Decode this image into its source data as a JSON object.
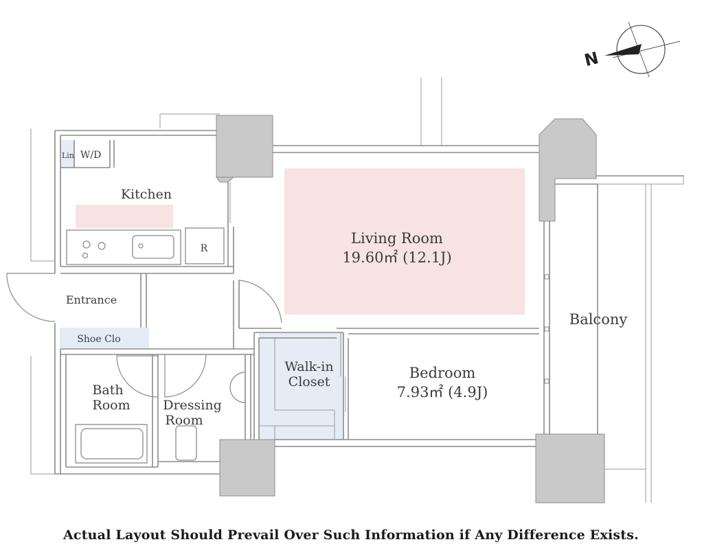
{
  "colors": {
    "living_highlight": "#f7e3e3",
    "closet_highlight": "#e5ecf5",
    "wall_fill": "#c9c9c9",
    "line": "#8a8a8a",
    "text": "#3a3a3a"
  },
  "compass": {
    "north_label": "N"
  },
  "rooms": {
    "lin": "Lin",
    "wd": "W/D",
    "kitchen": "Kitchen",
    "fridge": "R",
    "entrance": "Entrance",
    "shoe_closet": "Shoe Clo",
    "bath_line1": "Bath",
    "bath_line2": "Room",
    "dressing_line1": "Dressing",
    "dressing_line2": "Room",
    "walkin_line1": "Walk-in",
    "walkin_line2": "Closet",
    "living_name": "Living Room",
    "living_area": "19.60㎡ (12.1J)",
    "bedroom_name": "Bedroom",
    "bedroom_area": "7.93㎡ (4.9J)",
    "balcony": "Balcony"
  },
  "disclaimer": "Actual Layout Should Prevail Over Such Information if Any Difference Exists."
}
